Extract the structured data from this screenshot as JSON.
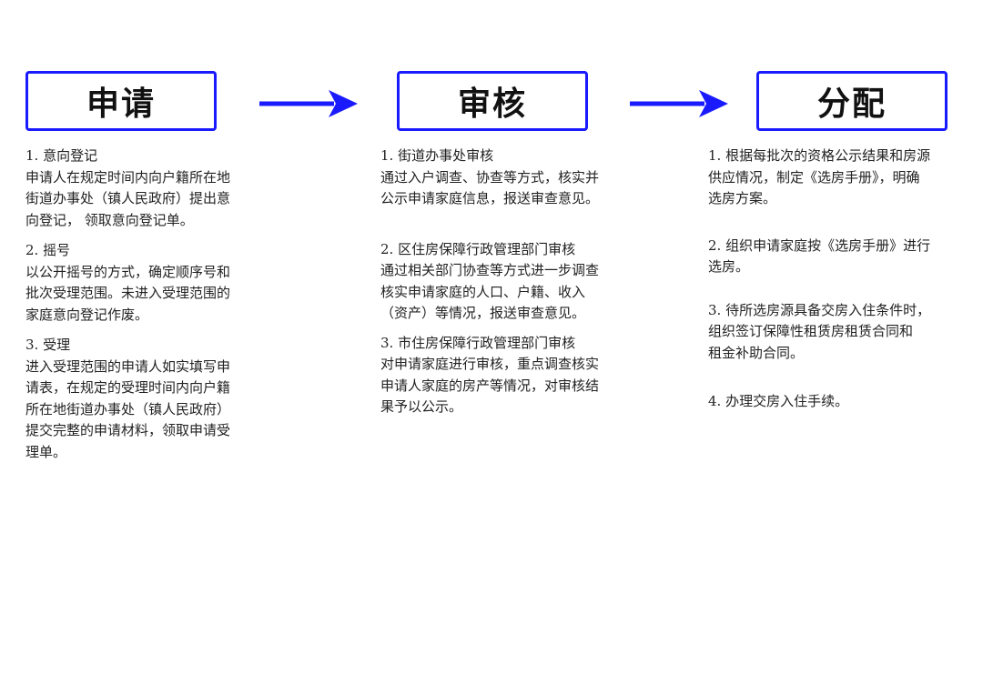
{
  "accent_color": "#1a1aff",
  "stages": [
    {
      "title": "申请",
      "items": [
        {
          "heading": "1. 意向登记",
          "body": "申请人在规定时间内向户籍所在地\n街道办事处（镇人民政府）提出意\n向登记， 领取意向登记单。"
        },
        {
          "heading": "2. 摇号",
          "body": "以公开摇号的方式，确定顺序号和\n批次受理范围。未进入受理范围的\n家庭意向登记作废。"
        },
        {
          "heading": "3. 受理",
          "body": "进入受理范围的申请人如实填写申\n请表，在规定的受理时间内向户籍\n所在地街道办事处（镇人民政府）\n提交完整的申请材料，领取申请受\n理单。"
        }
      ]
    },
    {
      "title": "审核",
      "items": [
        {
          "heading": "1.  街道办事处审核",
          "body": "通过入户调查、协查等方式，核实并\n公示申请家庭信息，报送审查意见。"
        },
        {
          "heading": "2. 区住房保障行政管理部门审核",
          "body": "通过相关部门协查等方式进一步调查\n核实申请家庭的人口、户籍、收入\n（资产）等情况，报送审查意见。"
        },
        {
          "heading": "3. 市住房保障行政管理部门审核",
          "body": "对申请家庭进行审核，重点调查核实\n申请人家庭的房产等情况，对审核结\n果予以公示。"
        }
      ]
    },
    {
      "title": "分配",
      "items": [
        {
          "heading": "",
          "body": "1. 根据每批次的资格公示结果和房源\n供应情况，制定《选房手册》，明确\n选房方案。"
        },
        {
          "heading": "",
          "body": "2. 组织申请家庭按《选房手册》进行\n选房。"
        },
        {
          "heading": "",
          "body": "3. 待所选房源具备交房入住条件时，\n组织签订保障性租赁房租赁合同和\n租金补助合同。"
        },
        {
          "heading": "",
          "body": "4. 办理交房入住手续。"
        }
      ]
    }
  ]
}
